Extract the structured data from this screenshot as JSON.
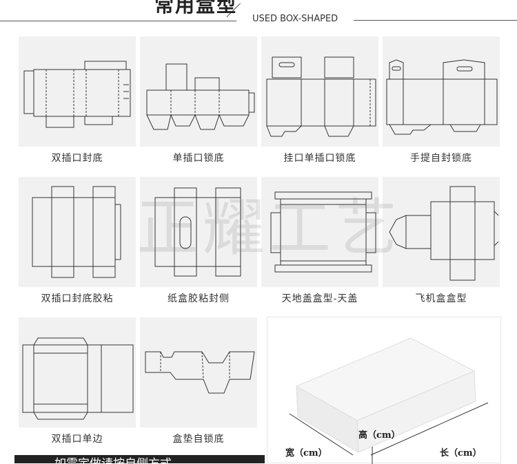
{
  "header": {
    "title": "常用盒型",
    "subtitle": "USED BOX-SHAPED"
  },
  "boxes": [
    {
      "label": "双插口封底"
    },
    {
      "label": "单插口锁底"
    },
    {
      "label": "挂口单插口锁底"
    },
    {
      "label": "手提自封锁底"
    },
    {
      "label": "双插口封底胶粘"
    },
    {
      "label": "纸盒胶粘封侧"
    },
    {
      "label": "天地盖盒型-天盖"
    },
    {
      "label": "飞机盒盒型"
    },
    {
      "label": "双插口单边"
    },
    {
      "label": "盒垫自锁底"
    }
  ],
  "watermark": "正耀工艺",
  "photo": {
    "height_label": "高（cm）",
    "width_label": "宽（cm）",
    "length_label": "长（cm）"
  },
  "banner": {
    "text": "如需定做请按自侧方式"
  }
}
